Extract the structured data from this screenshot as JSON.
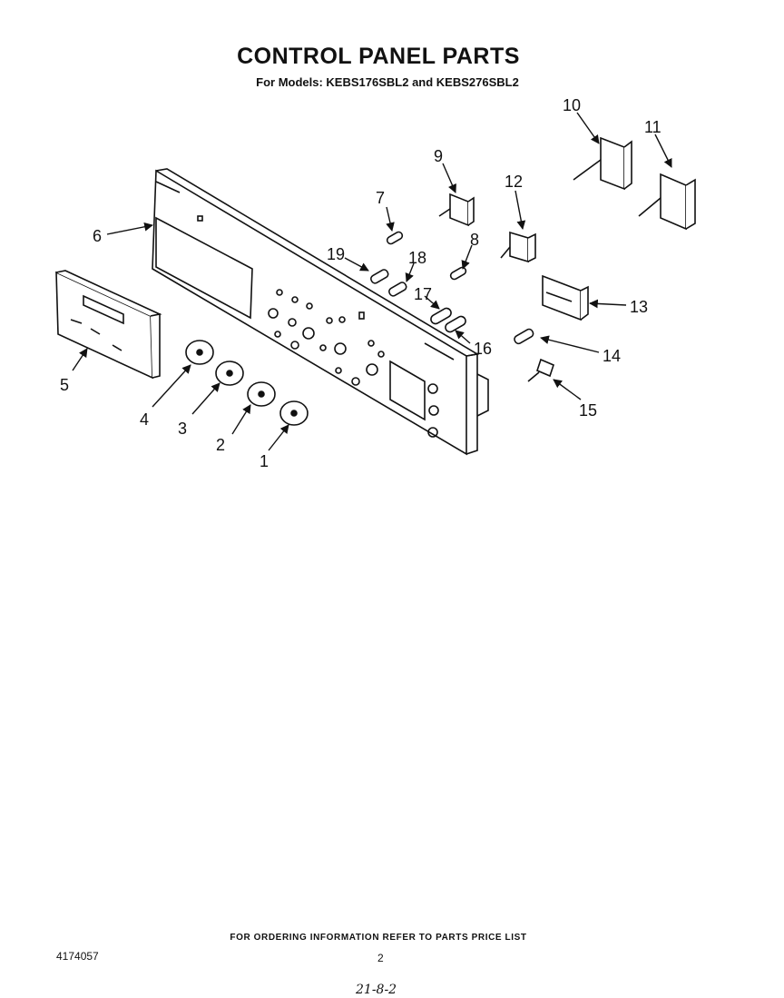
{
  "header": {
    "title": "CONTROL PANEL PARTS",
    "subtitle": "For Models: KEBS176SBL2 and KEBS276SBL2"
  },
  "callouts": [
    "1",
    "2",
    "3",
    "4",
    "5",
    "6",
    "7",
    "8",
    "9",
    "10",
    "11",
    "12",
    "13",
    "14",
    "15",
    "16",
    "17",
    "18",
    "19"
  ],
  "footer": {
    "note": "FOR ORDERING INFORMATION REFER TO PARTS PRICE LIST",
    "doc_number": "4174057",
    "page_number": "2",
    "handwritten": "21-8-2"
  }
}
